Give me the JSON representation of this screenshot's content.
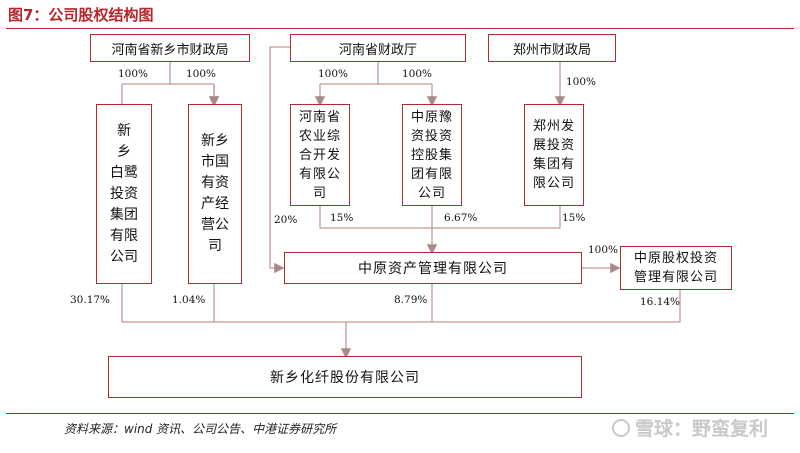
{
  "title": "图7：公司股权结构图",
  "source": "资料来源：wind 资讯、公司公告、中港证券研究所",
  "watermark": "雪球：野蛮复利",
  "entities": {
    "xinxiang_finance": "河南省新乡市财政局",
    "henan_finance": "河南省财政厅",
    "zhengzhou_finance": "郑州市财政局",
    "bailu": "新\n乡\n白鹭\n投资\n集团\n有限\n公司",
    "xinxiang_sasac": "新乡\n市国\n有资\n产经\n营公\n司",
    "henan_agri": "河南省\n农业综\n合开发\n有限公\n司",
    "zhongyuan_yu": "中原豫\n资投资\n控股集\n团有限\n公司",
    "zhengzhou_dev": "郑州发\n展投资\n集团有\n限公司",
    "zhongyuan_asset": "中原资产管理有限公司",
    "zhongyuan_equity": "中原股权投资\n管理有限公司",
    "company": "新乡化纤股份有限公司"
  },
  "percents": {
    "p1": "100%",
    "p2": "100%",
    "p3": "100%",
    "p4": "100%",
    "p5": "100%",
    "p20": "20%",
    "p15a": "15%",
    "p667": "6.67%",
    "p15b": "15%",
    "p100r": "100%",
    "p3017": "30.17%",
    "p104": "1.04%",
    "p879": "8.79%",
    "p1614": "16.14%"
  },
  "colors": {
    "accent": "#b12a2f"
  }
}
